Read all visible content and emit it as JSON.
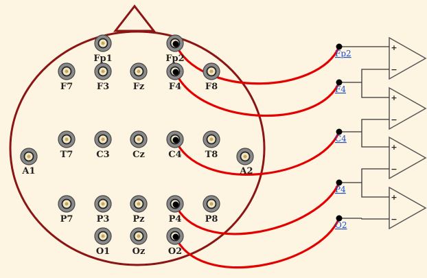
{
  "colors": {
    "background": "#fdf5e2",
    "head_outline": "#8b1414",
    "wire": "#e30000",
    "link_text": "#1a4fd0",
    "electrode_fill": "#8a8a8a"
  },
  "icons": {
    "nose": "nose-triangle-icon",
    "electrode": "electrode-icon",
    "amplifier": "op-amp-icon"
  },
  "electrodes": [
    {
      "id": "fp1",
      "label": "Fp1"
    },
    {
      "id": "fp2",
      "label": "Fp2"
    },
    {
      "id": "f7",
      "label": "F7"
    },
    {
      "id": "f3",
      "label": "F3"
    },
    {
      "id": "fz",
      "label": "Fz"
    },
    {
      "id": "f4",
      "label": "F4"
    },
    {
      "id": "f8",
      "label": "F8"
    },
    {
      "id": "a1",
      "label": "A1"
    },
    {
      "id": "t7",
      "label": "T7"
    },
    {
      "id": "c3",
      "label": "C3"
    },
    {
      "id": "cz",
      "label": "Cz"
    },
    {
      "id": "c4",
      "label": "C4"
    },
    {
      "id": "t8",
      "label": "T8"
    },
    {
      "id": "a2",
      "label": "A2"
    },
    {
      "id": "p7",
      "label": "P7"
    },
    {
      "id": "p3",
      "label": "P3"
    },
    {
      "id": "pz",
      "label": "Pz"
    },
    {
      "id": "p4",
      "label": "P4"
    },
    {
      "id": "p8",
      "label": "P8"
    },
    {
      "id": "o1",
      "label": "O1"
    },
    {
      "id": "oz",
      "label": "Oz"
    },
    {
      "id": "o2",
      "label": "O2"
    }
  ],
  "outputs": [
    {
      "id": "fp2",
      "label": "Fp2"
    },
    {
      "id": "f4",
      "label": "F4"
    },
    {
      "id": "c4",
      "label": "C4"
    },
    {
      "id": "p4",
      "label": "P4"
    },
    {
      "id": "o2",
      "label": "O2"
    }
  ],
  "amplifiers": [
    {
      "plus": "+",
      "minus": "−"
    },
    {
      "plus": "+",
      "minus": "−"
    },
    {
      "plus": "+",
      "minus": "−"
    },
    {
      "plus": "+",
      "minus": "−"
    }
  ]
}
